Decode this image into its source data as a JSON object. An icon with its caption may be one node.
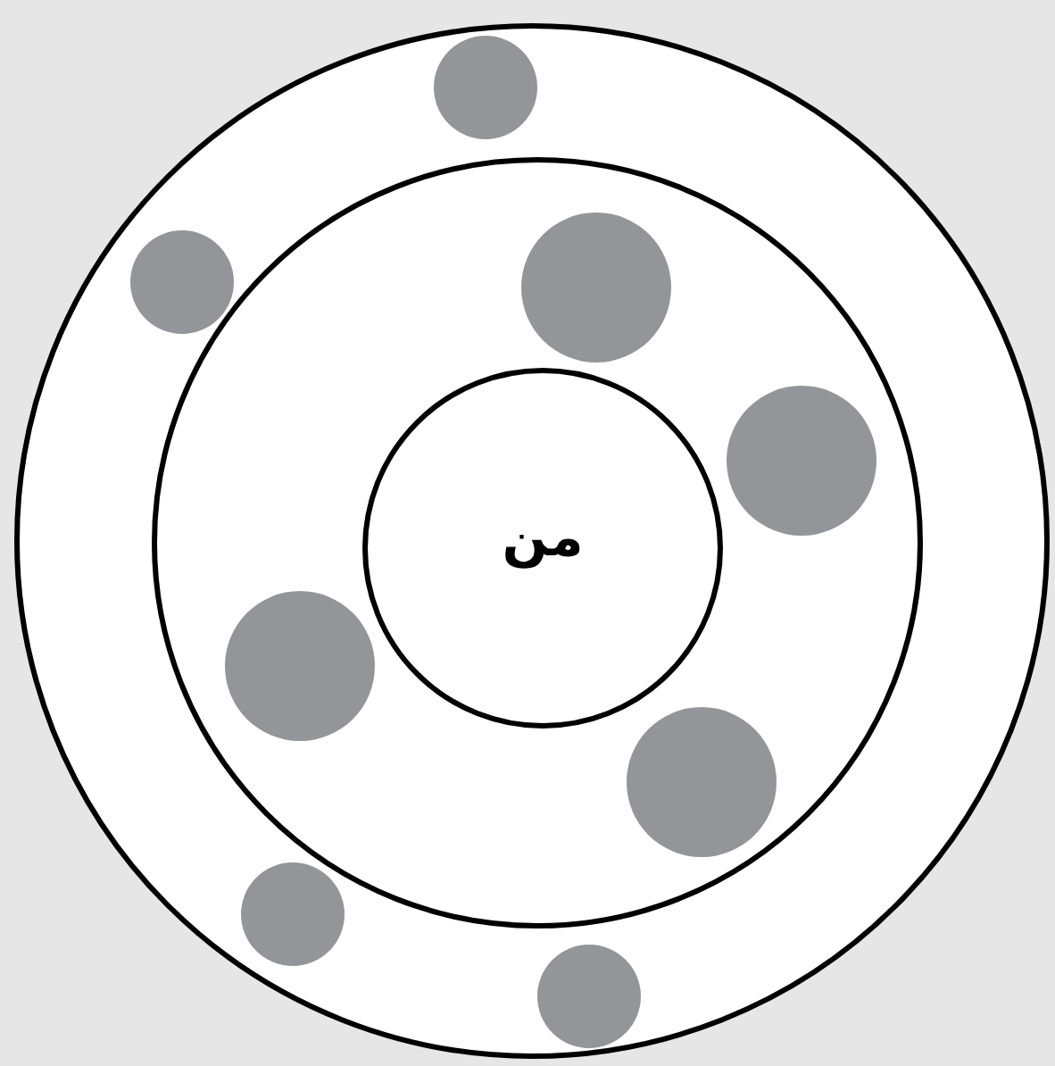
{
  "diagram": {
    "nodes": [
      {
        "text": [],
        "shape": "circle"
      },
      {
        "text": [],
        "shape": "circle",
        "in": 0
      },
      {
        "text": [
          "من"
        ],
        "in": 1
      },
      {
        "text": [],
        "shape": "circle",
        "in": 0
      },
      {
        "text": [],
        "shape": "circle",
        "in": 0
      },
      {
        "text": [],
        "shape": "circle",
        "in": 1
      },
      {
        "text": [],
        "shape": "circle",
        "in": 1
      },
      {
        "text": [],
        "shape": "circle",
        "in": 1
      },
      {
        "text": [],
        "shape": "circle",
        "in": 1
      },
      {
        "text": [],
        "shape": "circle",
        "in": 0
      },
      {
        "text": [],
        "shape": "circle",
        "in": 0
      }
    ]
  }
}
